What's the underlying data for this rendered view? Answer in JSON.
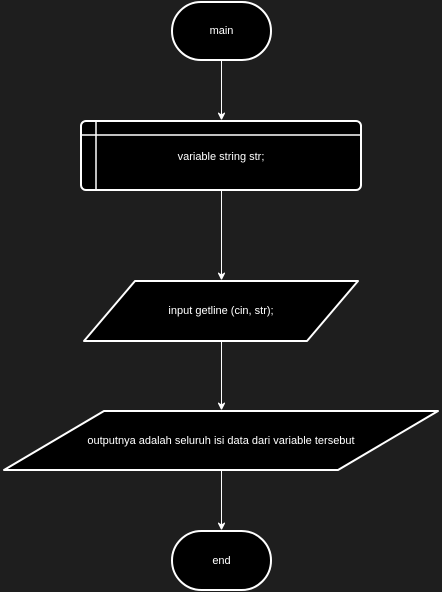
{
  "flowchart": {
    "start": {
      "label": "main"
    },
    "declaration": {
      "label": "variable string str;"
    },
    "input": {
      "label": "input getline (cin, str);"
    },
    "output": {
      "label": "outputnya adalah seluruh isi data dari variable tersebut"
    },
    "end": {
      "label": "end"
    }
  },
  "colors": {
    "background": "#1e1e1e",
    "shape_fill": "#000000",
    "stroke": "#ffffff",
    "text": "#ffffff"
  }
}
